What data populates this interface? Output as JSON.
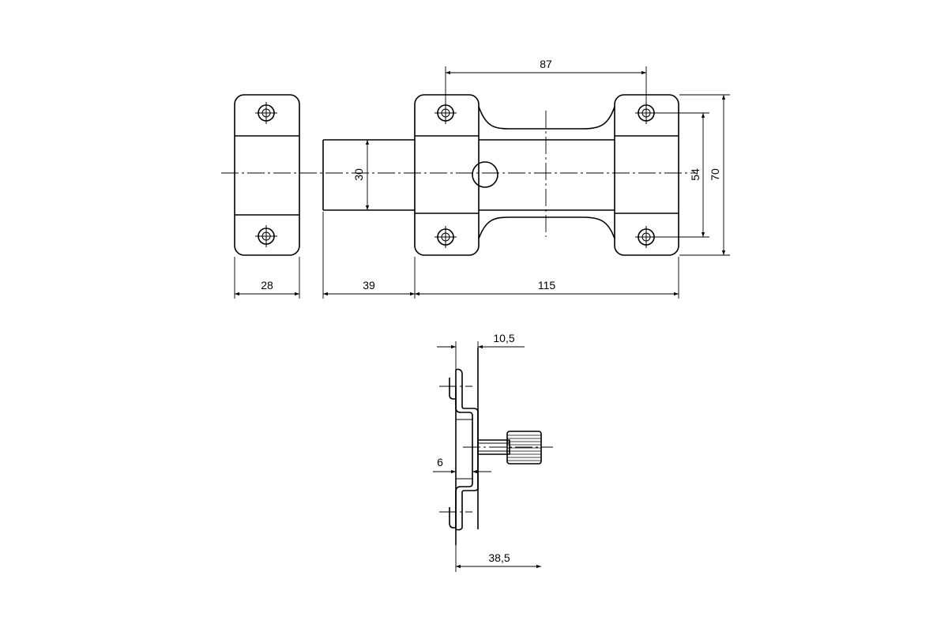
{
  "drawing": {
    "dimensions": {
      "keeper_width": "28",
      "gap": "39",
      "body_length": "115",
      "hole_spacing": "87",
      "bolt_diameter": "30",
      "hole_vertical": "54",
      "overall_height": "70",
      "plate_offset": "10,5",
      "plate_thickness": "6",
      "overall_depth": "38,5"
    }
  }
}
